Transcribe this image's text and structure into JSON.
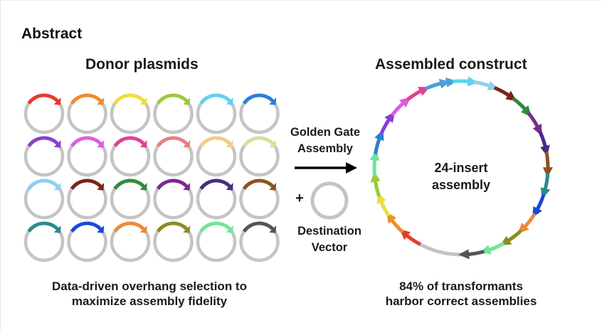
{
  "abstract": {
    "title": "Abstract"
  },
  "donor": {
    "heading": "Donor plasmids",
    "caption_line1": "Data-driven overhang selection to",
    "caption_line2": "maximize assembly fidelity",
    "colors": [
      "#e53a2c",
      "#ef8c2c",
      "#ecdf3a",
      "#9acb3b",
      "#5fd3ee",
      "#2a7fd6",
      "#8a3fd0",
      "#de5cde",
      "#e0409a",
      "#ec7f7f",
      "#f2cc8a",
      "#cfe59a",
      "#8ecff0",
      "#7a2417",
      "#2f8c3a",
      "#7a2a8e",
      "#4a2a86",
      "#8a5420",
      "#2a8a8e",
      "#1a48d8",
      "#ec8a3c",
      "#8e8a24",
      "#6fe596",
      "#555555"
    ]
  },
  "middle": {
    "golden_line1": "Golden Gate",
    "golden_line2": "Assembly",
    "plus": "+",
    "dest_line1": "Destination",
    "dest_line2": "Vector"
  },
  "assembled": {
    "heading": "Assembled construct",
    "center_line1": "24-insert",
    "center_line2": "assembly",
    "caption_line1": "84% of transformants",
    "caption_line2": "harbor correct assemblies"
  }
}
